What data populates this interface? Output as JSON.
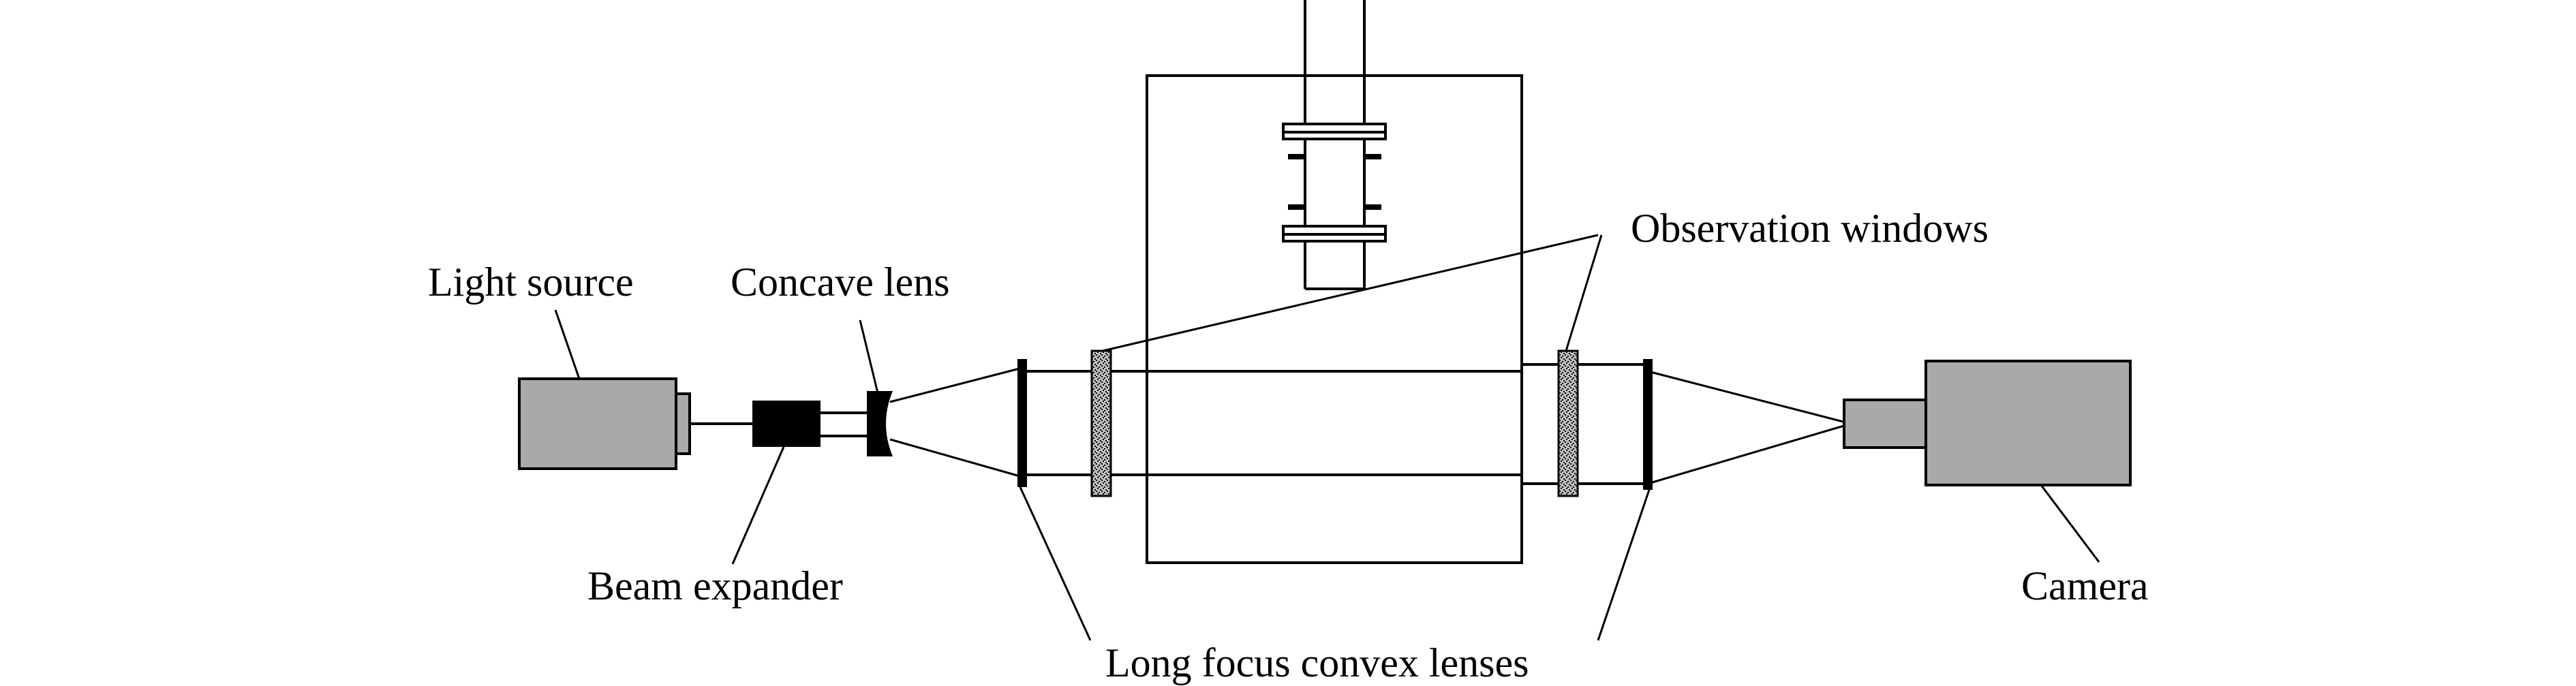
{
  "labels": {
    "light_source": "Light source",
    "concave_lens": "Concave lens",
    "observation_windows": "Observation windows",
    "beam_expander": "Beam expander",
    "camera": "Camera",
    "long_focus_convex_lenses": "Long focus convex lenses"
  },
  "colors": {
    "line": "#000000",
    "device_fill": "#a9a9a9",
    "background": "#ffffff",
    "window_fill": "#9a9a9a"
  }
}
